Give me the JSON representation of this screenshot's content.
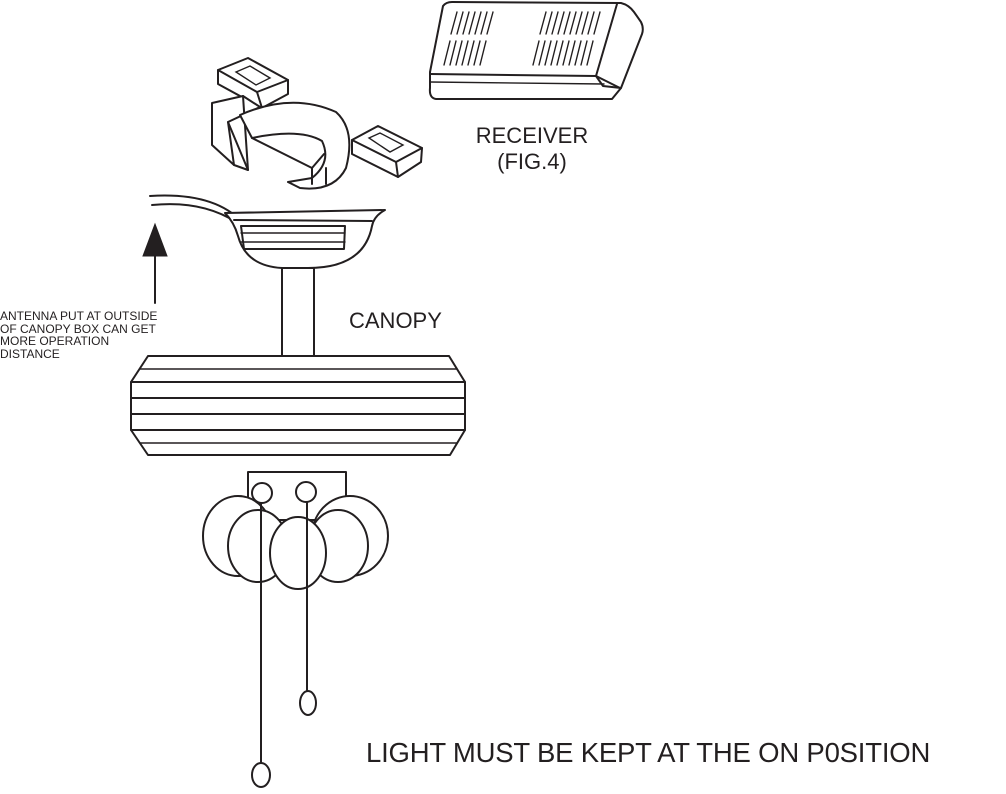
{
  "labels": {
    "receiver": "RECEIVER",
    "receiver_fig": "(FIG.4)",
    "canopy": "CANOPY",
    "antenna_note": [
      "ANTENNA PUT  AT OUTSIDE",
      "OF CANOPY BOX CAN GET",
      "MORE OPERATION",
      "DISTANCE"
    ],
    "light_note": "LIGHT MUST BE KEPT AT THE ON P0SITION"
  },
  "colors": {
    "line": "#231f20",
    "background": "#ffffff"
  }
}
